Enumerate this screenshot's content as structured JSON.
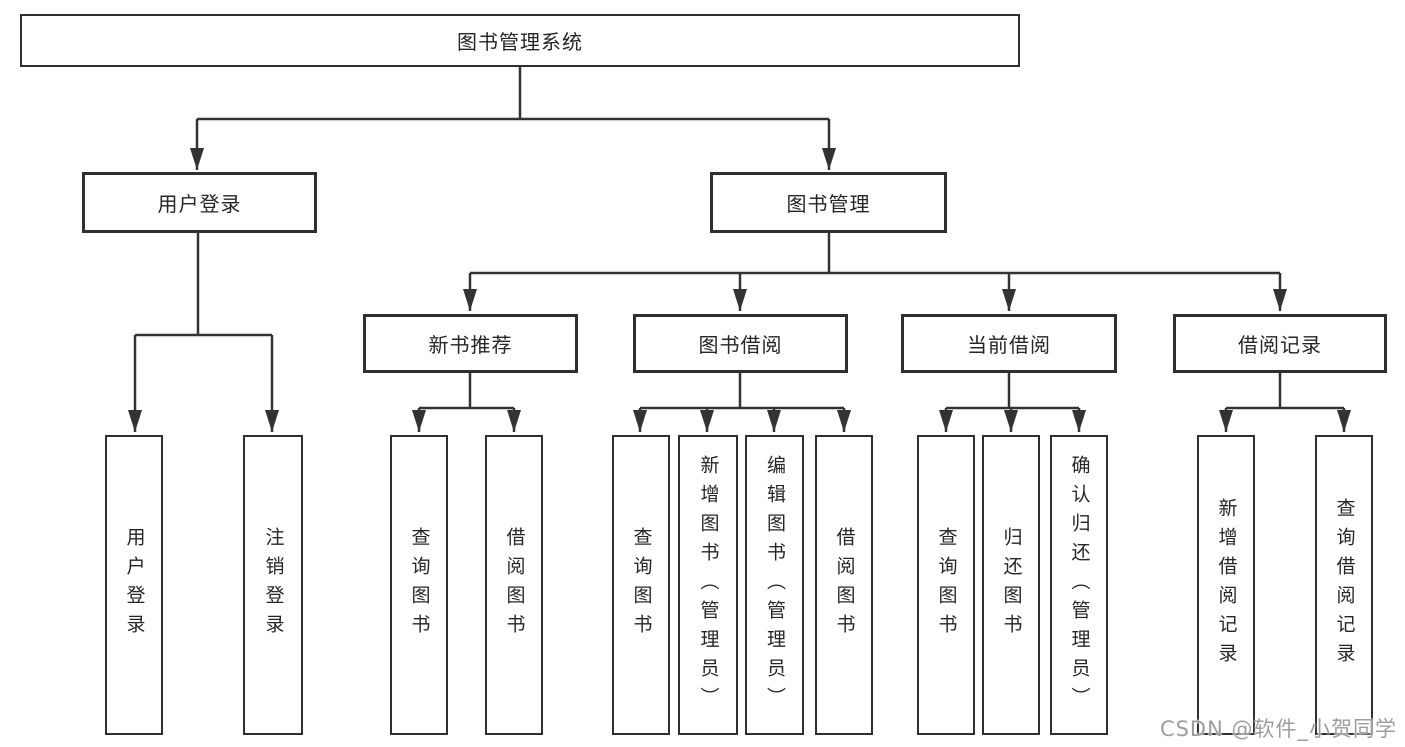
{
  "diagram": {
    "root": {
      "label": "图书管理系统"
    },
    "children": [
      {
        "label": "用户登录",
        "children": [
          {
            "label": "用户登录"
          },
          {
            "label": "注销登录"
          }
        ]
      },
      {
        "label": "图书管理",
        "children": [
          {
            "label": "新书推荐",
            "children": [
              {
                "label": "查询图书"
              },
              {
                "label": "借阅图书"
              }
            ]
          },
          {
            "label": "图书借阅",
            "children": [
              {
                "label": "查询图书"
              },
              {
                "label": "新增图书（管理员）"
              },
              {
                "label": "编辑图书（管理员）"
              },
              {
                "label": "借阅图书"
              }
            ]
          },
          {
            "label": "当前借阅",
            "children": [
              {
                "label": "查询图书"
              },
              {
                "label": "归还图书"
              },
              {
                "label": "确认归还（管理员）"
              }
            ]
          },
          {
            "label": "借阅记录",
            "children": [
              {
                "label": "新增借阅记录"
              },
              {
                "label": "查询借阅记录"
              }
            ]
          }
        ]
      }
    ]
  },
  "watermark": "CSDN @软件_小贺同学",
  "colors": {
    "line": "#333333",
    "box_border": "#2f2f2f",
    "text": "#262626",
    "watermark": "#9d9d9d",
    "background": "#ffffff"
  }
}
